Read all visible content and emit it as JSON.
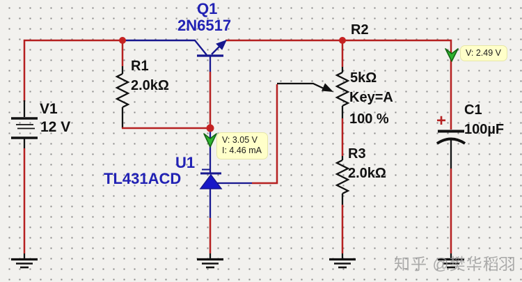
{
  "components": {
    "v1": {
      "ref": "V1",
      "value": "12 V"
    },
    "q1": {
      "ref": "Q1",
      "part": "2N6517"
    },
    "r1": {
      "ref": "R1",
      "value": "2.0kΩ"
    },
    "r2": {
      "ref": "R2",
      "value": "5kΩ",
      "key": "Key=A",
      "percent": "100 %"
    },
    "r3": {
      "ref": "R3",
      "value": "2.0kΩ"
    },
    "u1": {
      "ref": "U1",
      "part": "TL431ACD"
    },
    "c1": {
      "ref": "C1",
      "value": "100µF",
      "polarity": "+"
    }
  },
  "probes": {
    "probe1": {
      "voltage": "V: 3.05 V",
      "current": "I: 4.46 mA"
    },
    "probe2": {
      "voltage": "V: 2.49 V"
    }
  },
  "watermark": "知乎 @樊华稻羽",
  "colors": {
    "wire_red": "#b52020",
    "wire_blue": "#17178f",
    "component_black": "#111111",
    "probe_green": "#2fb32f",
    "tooltip_bg": "#ffffc9",
    "label_blue": "#2222b4",
    "junction_red": "#c52222"
  }
}
